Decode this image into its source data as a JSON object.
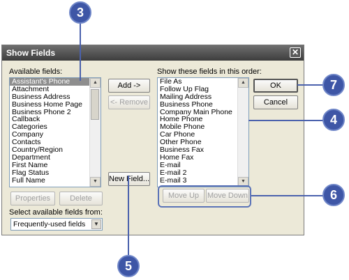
{
  "dialog": {
    "title": "Show Fields",
    "close_glyph": "✕",
    "available_label": "Available fields:",
    "available_fields": [
      "Assistant's Phone",
      "Attachment",
      "Business Address",
      "Business Home Page",
      "Business Phone 2",
      "Callback",
      "Categories",
      "Company",
      "Contacts",
      "Country/Region",
      "Department",
      "First Name",
      "Flag Status",
      "Full Name"
    ],
    "selected_available": "Assistant's Phone",
    "show_label": "Show these fields in this order:",
    "shown_fields": [
      "File As",
      "Follow Up Flag",
      "Mailing Address",
      "Business Phone",
      "Company Main Phone",
      "Home Phone",
      "Mobile Phone",
      "Car Phone",
      "Other Phone",
      "Business Fax",
      "Home Fax",
      "E-mail",
      "E-mail 2",
      "E-mail 3"
    ],
    "buttons": {
      "add": "Add ->",
      "remove": "<- Remove",
      "new_field": "New Field...",
      "properties": "Properties",
      "delete": "Delete",
      "ok": "OK",
      "cancel": "Cancel",
      "move_up": "Move Up",
      "move_down": "Move Down"
    },
    "select_label": "Select available fields from:",
    "select_value": "Frequently-used fields"
  },
  "callouts": {
    "c3": "3",
    "c4": "4",
    "c5": "5",
    "c6": "6",
    "c7": "7"
  },
  "colors": {
    "callout": "#3e56a6",
    "selection": "#8e8e8e",
    "dialog_bg": "#ece9d8"
  }
}
